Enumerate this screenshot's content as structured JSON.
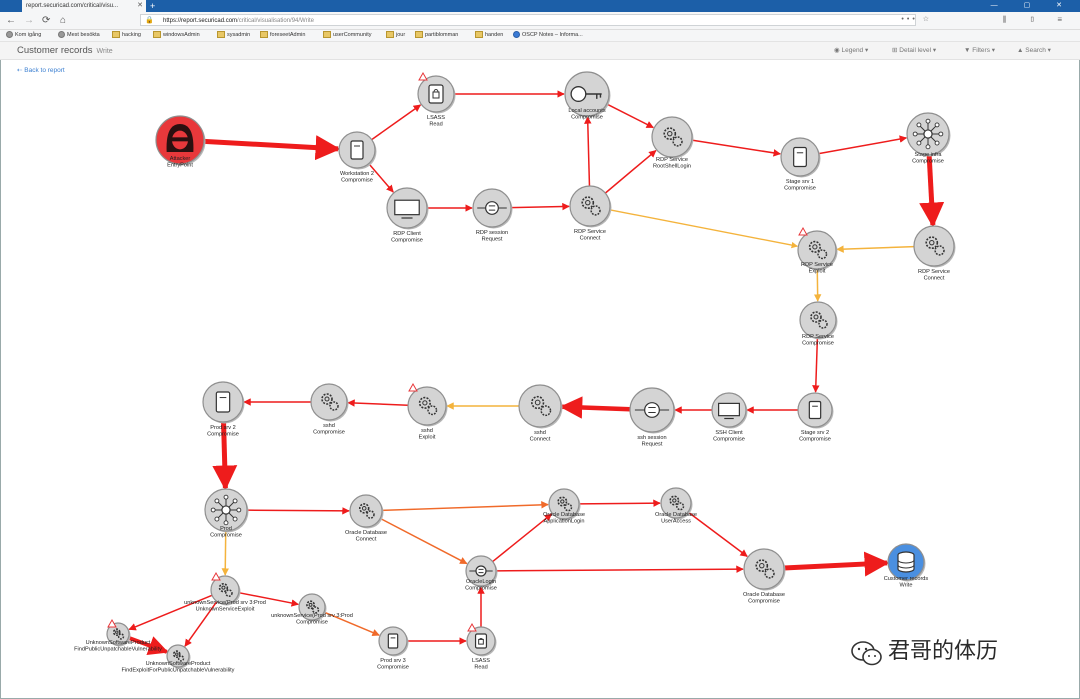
{
  "browser": {
    "tab_title": "report.securicad.com/critical/visu...",
    "new_tab": "+",
    "url_host": "https://report.securicad.com",
    "url_path": "/critical/visualisation/94/Write",
    "window_controls": "— ▢ ✕",
    "bookmarks": [
      {
        "label": "Kom igång",
        "icon": "gear-bookmark-icon"
      },
      {
        "label": "Mest besökta",
        "icon": "gear-bookmark-icon"
      },
      {
        "label": "hacking",
        "icon": "folder-icon"
      },
      {
        "label": "windowsAdmin",
        "icon": "folder-icon"
      },
      {
        "label": "sysadmin",
        "icon": "folder-icon"
      },
      {
        "label": "foreseetAdmin",
        "icon": "folder-icon"
      },
      {
        "label": "userCommunity",
        "icon": "folder-icon"
      },
      {
        "label": "jour",
        "icon": "folder-icon"
      },
      {
        "label": "partiblomman",
        "icon": "folder-icon"
      },
      {
        "label": "handen",
        "icon": "folder-icon"
      },
      {
        "label": "OSCP Notes – Informa...",
        "icon": "globe-icon"
      }
    ]
  },
  "app": {
    "title": "Customer records",
    "subtitle": "Write",
    "menus": [
      "Legend ▾",
      "Detail level ▾",
      "Filters ▾",
      "Search ▾"
    ],
    "back_link": "Back to report"
  },
  "graph": {
    "nodes": [
      {
        "id": "attacker",
        "lines": [
          "Attacker",
          "EntryPoint"
        ],
        "icon": "hacker-icon",
        "fill": "#e8383b",
        "warn": false
      },
      {
        "id": "ws2",
        "lines": [
          "Workstation 2",
          "Compromise"
        ],
        "icon": "server-icon",
        "fill": "#d4d4d4",
        "warn": false
      },
      {
        "id": "lsass1",
        "lines": [
          "LSASS",
          "Read"
        ],
        "icon": "lsass-icon",
        "fill": "#d4d4d4",
        "warn": true
      },
      {
        "id": "localacc",
        "lines": [
          "Local accounts",
          "Compromise"
        ],
        "icon": "key-icon",
        "fill": "#d4d4d4",
        "warn": false
      },
      {
        "id": "rdp_root",
        "lines": [
          "RDP Service",
          "RootShellLogin"
        ],
        "icon": "gears-icon",
        "fill": "#d4d4d4",
        "warn": false
      },
      {
        "id": "stage1",
        "lines": [
          "Stage srv 1",
          "Compromise"
        ],
        "icon": "server-icon",
        "fill": "#d4d4d4",
        "warn": false
      },
      {
        "id": "stageinfra",
        "lines": [
          "Stage infra",
          "Compromise"
        ],
        "icon": "network-icon",
        "fill": "#d4d4d4",
        "warn": false
      },
      {
        "id": "rdpclient",
        "lines": [
          "RDP Client",
          "Compromise"
        ],
        "icon": "monitor-icon",
        "fill": "#d4d4d4",
        "warn": false
      },
      {
        "id": "rdpsess",
        "lines": [
          "RDP session",
          "Request"
        ],
        "icon": "session-icon",
        "fill": "#d4d4d4",
        "warn": false
      },
      {
        "id": "rdpconn1",
        "lines": [
          "RDP Service",
          "Connect"
        ],
        "icon": "gears-icon",
        "fill": "#d4d4d4",
        "warn": false
      },
      {
        "id": "rdpexploit",
        "lines": [
          "RDP Service",
          "Exploit"
        ],
        "icon": "gears-icon",
        "fill": "#d4d4d4",
        "warn": true
      },
      {
        "id": "rdpconn2",
        "lines": [
          "RDP Service",
          "Connect"
        ],
        "icon": "gears-icon",
        "fill": "#d4d4d4",
        "warn": false
      },
      {
        "id": "rdpcomp",
        "lines": [
          "RDP Service",
          "Compromise"
        ],
        "icon": "gears-icon",
        "fill": "#d4d4d4",
        "warn": false
      },
      {
        "id": "stage2",
        "lines": [
          "Stage srv 2",
          "Compromise"
        ],
        "icon": "server-icon",
        "fill": "#d4d4d4",
        "warn": false
      },
      {
        "id": "sshclient",
        "lines": [
          "SSH Client",
          "Compromise"
        ],
        "icon": "monitor-icon",
        "fill": "#d4d4d4",
        "warn": false
      },
      {
        "id": "sshsess",
        "lines": [
          "ssh session",
          "Request"
        ],
        "icon": "session-icon",
        "fill": "#d4d4d4",
        "warn": false
      },
      {
        "id": "sshdconn",
        "lines": [
          "sshd",
          "Connect"
        ],
        "icon": "gears-icon",
        "fill": "#d4d4d4",
        "warn": false
      },
      {
        "id": "sshdexploit",
        "lines": [
          "sshd",
          "Exploit"
        ],
        "icon": "gears-icon",
        "fill": "#d4d4d4",
        "warn": true
      },
      {
        "id": "sshdcomp",
        "lines": [
          "sshd",
          "Compromise"
        ],
        "icon": "gears-icon",
        "fill": "#d4d4d4",
        "warn": false
      },
      {
        "id": "prodsrv2",
        "lines": [
          "Prod srv 2",
          "Compromise"
        ],
        "icon": "server-icon",
        "fill": "#d4d4d4",
        "warn": false
      },
      {
        "id": "prodinfra",
        "lines": [
          "Prod",
          "Compromise"
        ],
        "icon": "network-icon",
        "fill": "#d4d4d4",
        "warn": false
      },
      {
        "id": "oracleconn",
        "lines": [
          "Oracle Database",
          "Connect"
        ],
        "icon": "gears-icon",
        "fill": "#d4d4d4",
        "warn": false
      },
      {
        "id": "oracleapp",
        "lines": [
          "Oracle Database",
          "ApplicationLogin"
        ],
        "icon": "gears-icon",
        "fill": "#d4d4d4",
        "warn": false
      },
      {
        "id": "oracleuser",
        "lines": [
          "Oracle Database",
          "UserAccess"
        ],
        "icon": "gears-icon",
        "fill": "#d4d4d4",
        "warn": false
      },
      {
        "id": "oraclelogin",
        "lines": [
          "OracleLogin",
          "Compromise"
        ],
        "icon": "session-icon",
        "fill": "#d4d4d4",
        "warn": false
      },
      {
        "id": "oraclecomp",
        "lines": [
          "Oracle Database",
          "Compromise"
        ],
        "icon": "gears-icon",
        "fill": "#d4d4d4",
        "warn": false
      },
      {
        "id": "custrec",
        "lines": [
          "Customer records",
          "Write"
        ],
        "icon": "database-icon",
        "fill": "#4a8fe0",
        "warn": false
      },
      {
        "id": "unkexploit",
        "lines": [
          "unknownService(Prod srv 3:Prod",
          "UnknownServiceExploit"
        ],
        "icon": "gears-icon",
        "fill": "#d4d4d4",
        "warn": true
      },
      {
        "id": "unkcomp",
        "lines": [
          "unknownService(Prod srv 3:Prod",
          "Compromise"
        ],
        "icon": "gears-icon",
        "fill": "#d4d4d4",
        "warn": false
      },
      {
        "id": "unkprod1",
        "lines": [
          "UnknownSoftwareProduct",
          "FindPublicUnpatchableVulnerability"
        ],
        "icon": "gears-icon",
        "fill": "#d4d4d4",
        "warn": true
      },
      {
        "id": "unkprod2",
        "lines": [
          "UnknownSoftwareProduct",
          "FindExploitForPublicUnpatchableVulnerability"
        ],
        "icon": "gears-icon",
        "fill": "#d4d4d4",
        "warn": false
      },
      {
        "id": "prodsrv3",
        "lines": [
          "Prod srv 3",
          "Compromise"
        ],
        "icon": "server-icon",
        "fill": "#d4d4d4",
        "warn": false
      },
      {
        "id": "lsass2",
        "lines": [
          "LSASS",
          "Read"
        ],
        "icon": "lsass-icon",
        "fill": "#d4d4d4",
        "warn": true
      }
    ],
    "edge_colors": {
      "critical": "#ee1c1c",
      "medium": "#f06a2a",
      "low": "#f4b33c"
    }
  },
  "watermark": "君哥的体历"
}
